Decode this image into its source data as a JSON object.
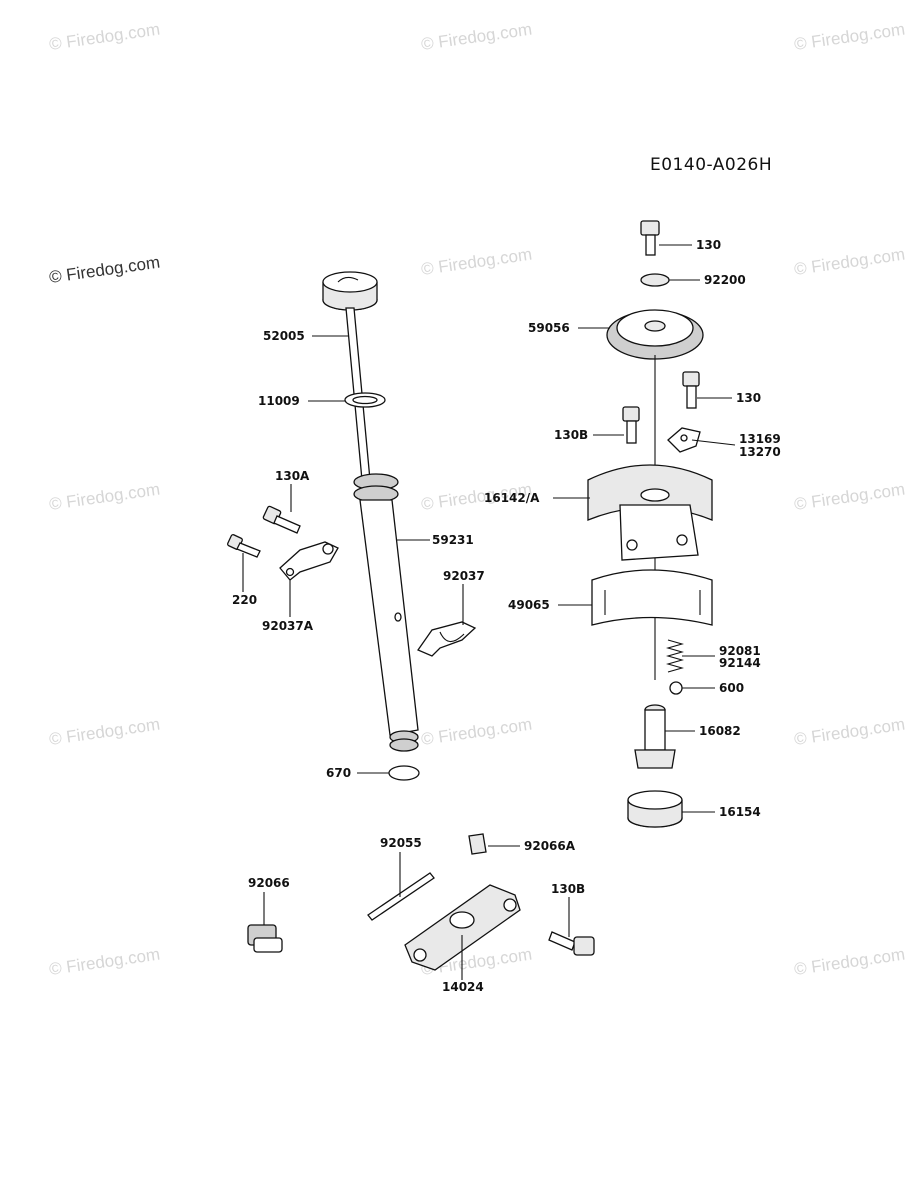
{
  "diagram_code": "E0140-A026H",
  "watermark": "© Firedog.com",
  "watermark_main": "© Firedog.com",
  "parts": {
    "p52005": "52005",
    "p11009": "11009",
    "p130A": "130A",
    "p220": "220",
    "p92037A": "92037A",
    "p59231": "59231",
    "p92037": "92037",
    "p670": "670",
    "p92066": "92066",
    "p92055": "92055",
    "p92066A": "92066A",
    "p130B_low": "130B",
    "p14024": "14024",
    "p130_top": "130",
    "p92200": "92200",
    "p59056": "59056",
    "p130_mid": "130",
    "p130B_mid": "130B",
    "p13169": "13169",
    "p13270": "13270",
    "p16142A": "16142/A",
    "p49065": "49065",
    "p92081": "92081",
    "p92144": "92144",
    "p600": "600",
    "p16082": "16082",
    "p16154": "16154"
  }
}
